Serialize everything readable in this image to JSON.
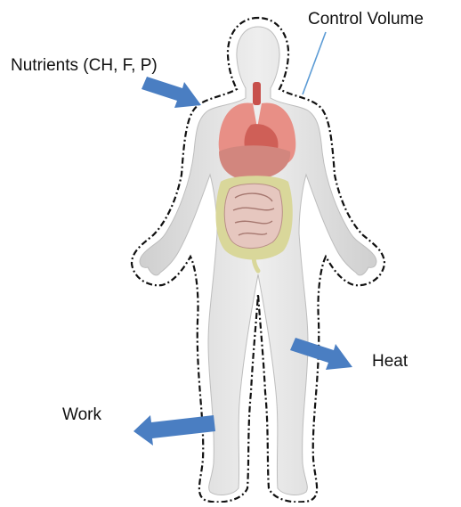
{
  "labels": {
    "control_volume": "Control Volume",
    "nutrients": "Nutrients (CH, F, P)",
    "heat": "Heat",
    "work": "Work"
  },
  "colors": {
    "arrow": "#4a7ec2",
    "leader_line": "#5b9bd5",
    "boundary": "#111111",
    "body_fill": "#e3e3e3",
    "body_shade": "#c9c9c9",
    "lungs": "#e88f86",
    "heart": "#cf5f57",
    "liver": "#d2867e",
    "intestines": "#e6c7bf",
    "colon": "#d9d79a",
    "trachea": "#c7504c"
  },
  "icons": {
    "figure": "human-body",
    "organs": "internal-organs"
  }
}
